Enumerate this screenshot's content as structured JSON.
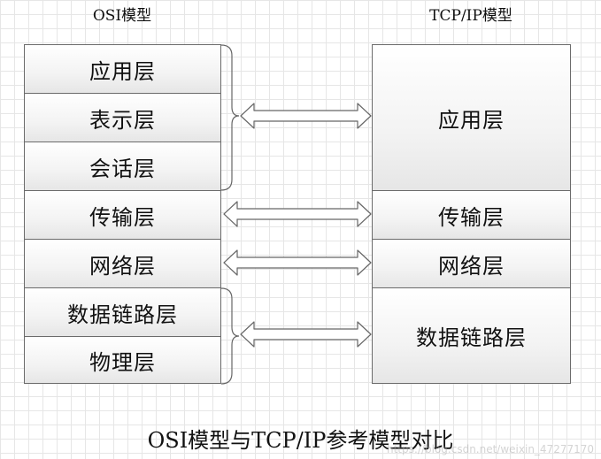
{
  "osi": {
    "title": "OSI模型",
    "layers": [
      "应用层",
      "表示层",
      "会话层",
      "传输层",
      "网络层",
      "数据链路层",
      "物理层"
    ]
  },
  "tcpip": {
    "title": "TCP/IP模型",
    "layers": [
      "应用层",
      "传输层",
      "网络层",
      "数据链路层"
    ]
  },
  "caption": "OSI模型与TCP/IP参考模型对比",
  "watermark": "https://blog.csdn.net/weixin_47277170",
  "colors": {
    "border": "#6b6b6b",
    "line": "#666666"
  }
}
